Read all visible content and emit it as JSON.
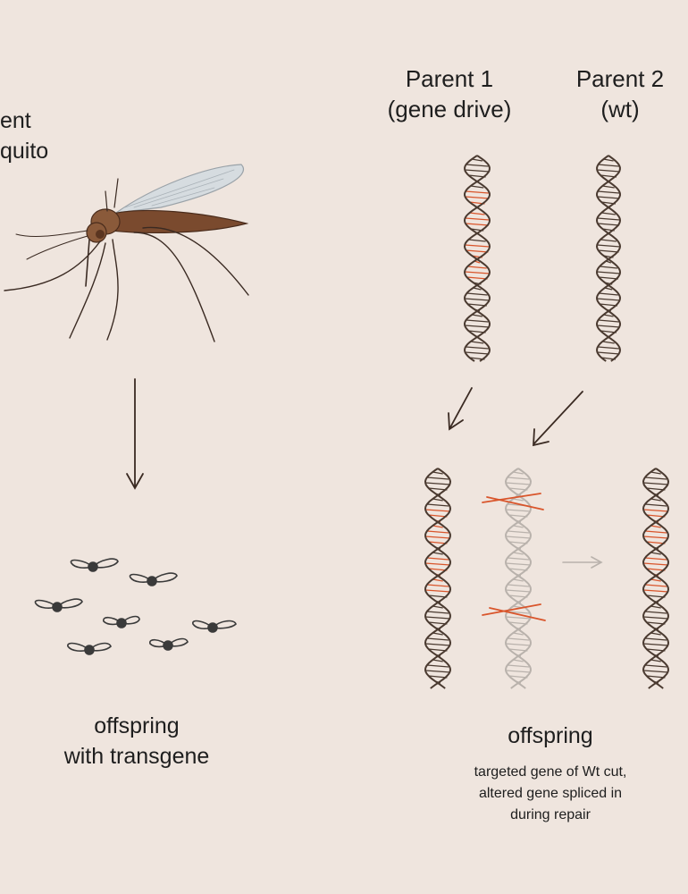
{
  "left_panel": {
    "parent_label_line1": "ent",
    "parent_label_line2": "quito",
    "offspring_line1": "offspring",
    "offspring_line2": "with transgene"
  },
  "right_panel": {
    "parent1_line1": "Parent 1",
    "parent1_line2": "(gene drive)",
    "parent2_line1": "Parent 2",
    "parent2_line2": "(wt)",
    "offspring_title": "offspring",
    "caption_line1": "targeted gene of Wt cut,",
    "caption_line2": "altered gene spliced in",
    "caption_line3": "during repair"
  },
  "colors": {
    "background": "#efe5de",
    "dna_strand": "#4a3a30",
    "gene_drive": "#d9552b",
    "wild_type_faded": "#b9b2ac",
    "mosquito_body": "#7a4a2e"
  }
}
